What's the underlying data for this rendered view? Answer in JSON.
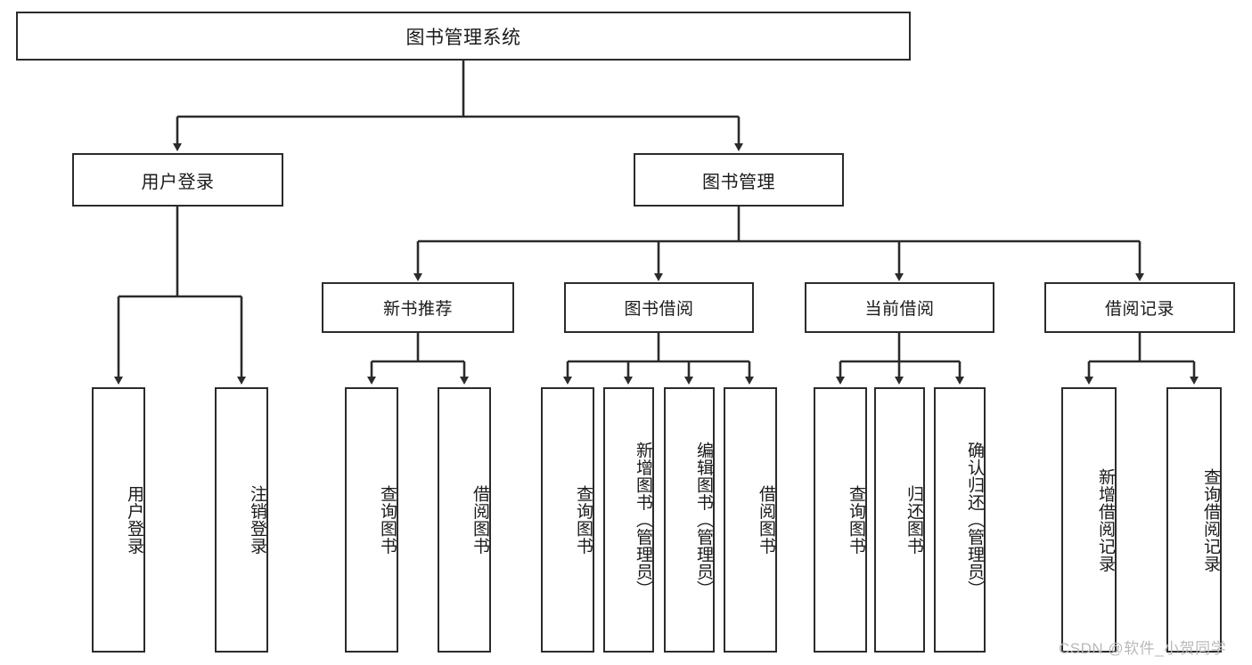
{
  "diagram": {
    "title": "图书管理系统",
    "type": "tree",
    "root": {
      "id": "root",
      "label": "图书管理系统"
    },
    "level1": [
      {
        "id": "user-login",
        "label": "用户登录"
      },
      {
        "id": "book-manage",
        "label": "图书管理"
      }
    ],
    "level2": [
      {
        "id": "new-book-recommend",
        "label": "新书推荐",
        "parent": "book-manage"
      },
      {
        "id": "book-borrow",
        "label": "图书借阅",
        "parent": "book-manage"
      },
      {
        "id": "current-borrow",
        "label": "当前借阅",
        "parent": "book-manage"
      },
      {
        "id": "borrow-record",
        "label": "借阅记录",
        "parent": "book-manage"
      }
    ],
    "leaves": [
      {
        "id": "leaf-user-login",
        "label": "用户登录",
        "parent": "user-login"
      },
      {
        "id": "leaf-logout-login",
        "label": "注销登录",
        "parent": "user-login"
      },
      {
        "id": "leaf-query-book-1",
        "label": "查询图书",
        "parent": "new-book-recommend"
      },
      {
        "id": "leaf-borrow-book-1",
        "label": "借阅图书",
        "parent": "new-book-recommend"
      },
      {
        "id": "leaf-query-book-2",
        "label": "查询图书",
        "parent": "book-borrow"
      },
      {
        "id": "leaf-add-book",
        "label": "新增图书（管理员）",
        "parent": "book-borrow"
      },
      {
        "id": "leaf-edit-book",
        "label": "编辑图书（管理员）",
        "parent": "book-borrow"
      },
      {
        "id": "leaf-borrow-book-2",
        "label": "借阅图书",
        "parent": "book-borrow"
      },
      {
        "id": "leaf-query-book-3",
        "label": "查询图书",
        "parent": "current-borrow"
      },
      {
        "id": "leaf-return-book",
        "label": "归还图书",
        "parent": "current-borrow"
      },
      {
        "id": "leaf-confirm-return",
        "label": "确认归还（管理员）",
        "parent": "current-borrow"
      },
      {
        "id": "leaf-add-record",
        "label": "新增借阅记录",
        "parent": "borrow-record"
      },
      {
        "id": "leaf-query-record",
        "label": "查询借阅记录",
        "parent": "borrow-record"
      }
    ],
    "colors": {
      "border": "#2b2b2b",
      "fill": "#ffffff",
      "text": "#1a1a1a",
      "connector": "#2b2b2b",
      "watermark": "#b9b9b9"
    }
  },
  "watermark": {
    "text": "CSDN @软件_小贺同学"
  }
}
